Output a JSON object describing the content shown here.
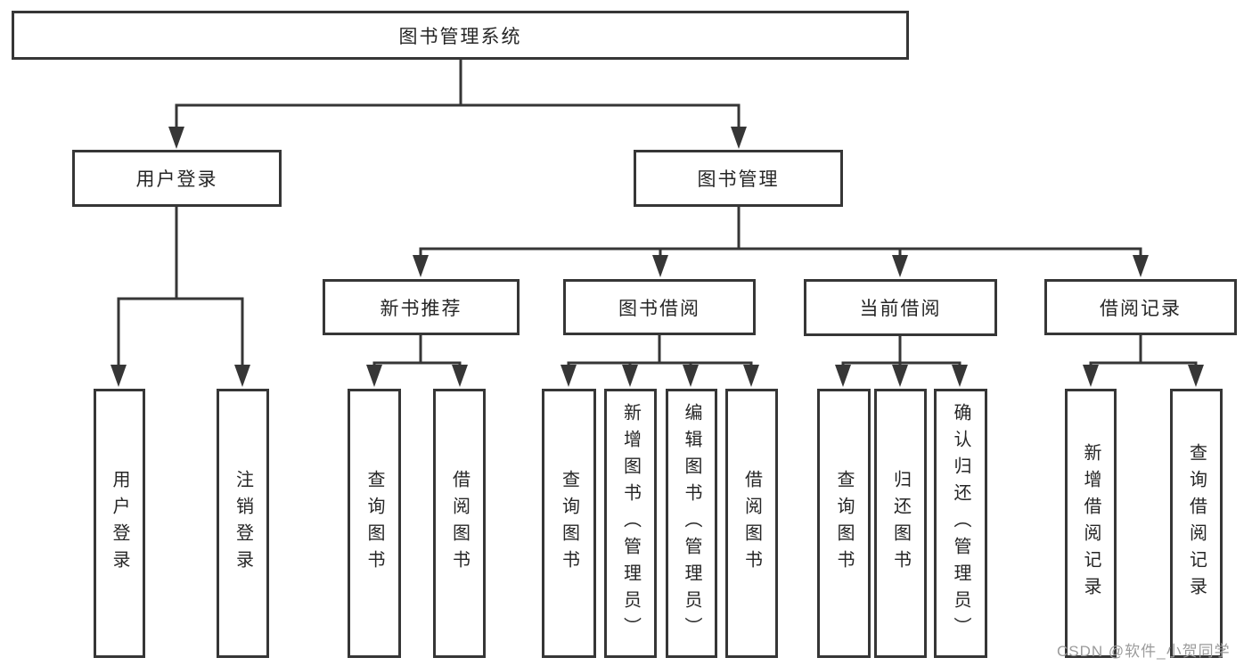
{
  "root": {
    "label": "图书管理系统"
  },
  "level2": [
    {
      "label": "用户登录",
      "leaves": [
        "用户登录",
        "注销登录"
      ]
    },
    {
      "label": "图书管理"
    }
  ],
  "level3": [
    {
      "label": "新书推荐",
      "leaves": [
        "查询图书",
        "借阅图书"
      ]
    },
    {
      "label": "图书借阅",
      "leaves": [
        "查询图书",
        "新增图书（管理员）",
        "编辑图书（管理员）",
        "借阅图书"
      ]
    },
    {
      "label": "当前借阅",
      "leaves": [
        "查询图书",
        "归还图书",
        "确认归还（管理员）"
      ]
    },
    {
      "label": "借阅记录",
      "leaves": [
        "新增借阅记录",
        "查询借阅记录"
      ]
    }
  ],
  "watermark": "CSDN @软件_小贺同学",
  "colors": {
    "line": "#363636",
    "text": "#262626",
    "watermark": "#9b9b9b",
    "background": "#ffffff"
  }
}
